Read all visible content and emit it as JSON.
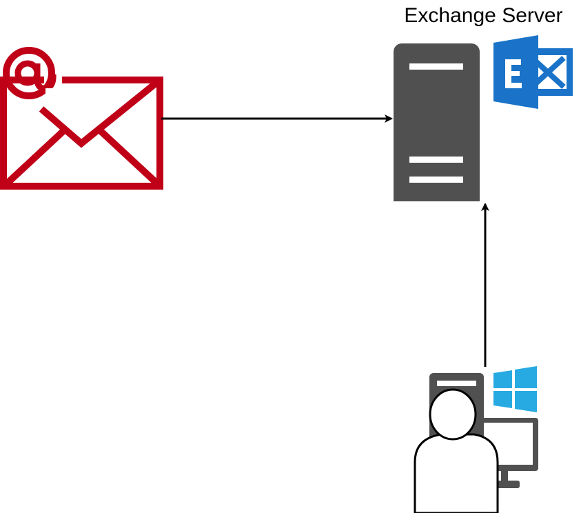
{
  "diagram": {
    "server_label": "Exchange Server",
    "email_icon": "email-at-envelope-icon",
    "server_icon": "server-tower-icon",
    "exchange_logo": "microsoft-exchange-logo-icon",
    "user_icon": "user-at-workstation-icon",
    "windows_logo": "windows-logo-icon",
    "edges": [
      {
        "from": "email",
        "to": "exchange-server"
      },
      {
        "from": "windows-user",
        "to": "exchange-server"
      }
    ]
  },
  "colors": {
    "email": "#c00017",
    "server": "#505050",
    "exchange": "#1a73c8",
    "windows": "#27aae1",
    "arrow": "#000000"
  }
}
